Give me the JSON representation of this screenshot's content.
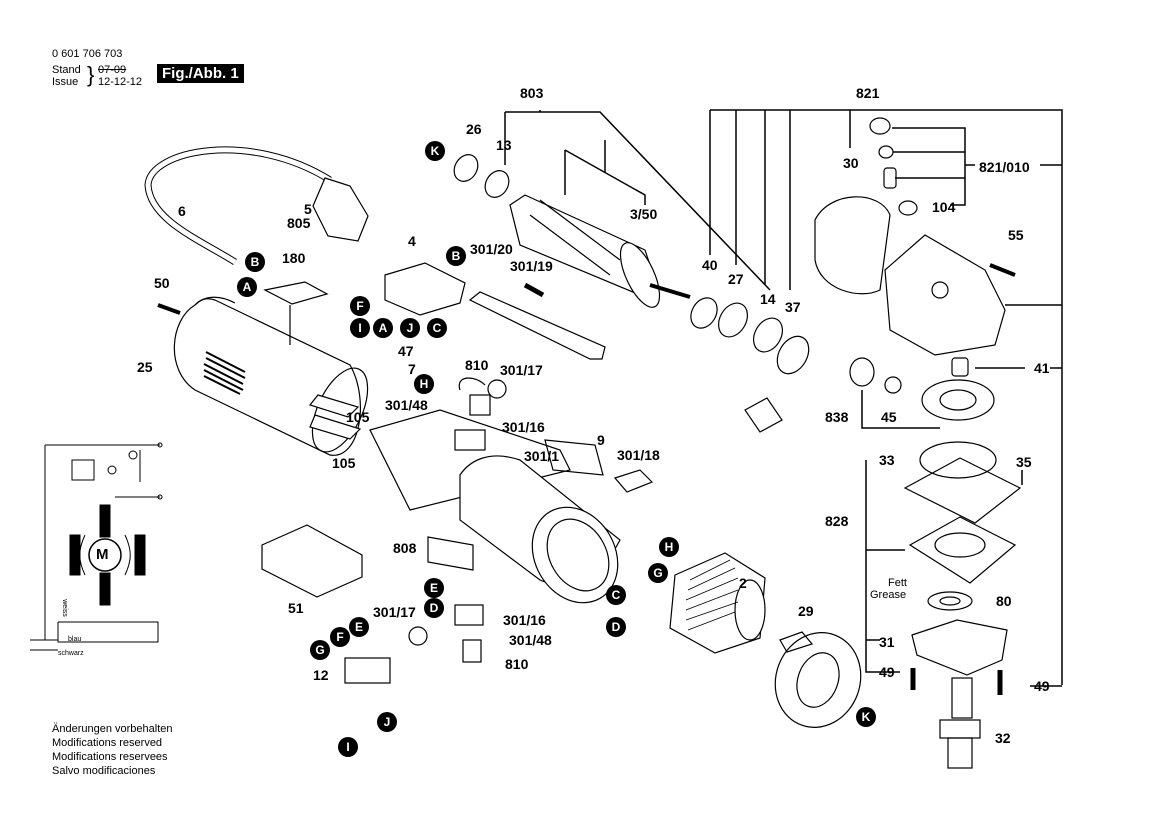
{
  "header": {
    "doc_number": "0 601 706 703",
    "stand_label": "Stand",
    "issue_label": "Issue",
    "stand_value": "07-09",
    "issue_value": "12-12-12",
    "figure_label": "Fig./Abb. 1"
  },
  "footer": {
    "lines": [
      "Änderungen vorbehalten",
      "Modifications reserved",
      "Modifications reservees",
      "Salvo modificaciones"
    ]
  },
  "schematic": {
    "motor_label": "M",
    "wire_weiss": "weiss",
    "wire_blau": "blau",
    "wire_schwarz": "schwarz"
  },
  "grease_note": {
    "de": "Fett",
    "en": "Grease"
  },
  "part_labels": {
    "p803": "803",
    "p26": "26",
    "p13": "13",
    "p350": "3/50",
    "p821": "821",
    "p30": "30",
    "p821_010": "821/010",
    "p104": "104",
    "p55": "55",
    "p40": "40",
    "p27": "27",
    "p14": "14",
    "p37": "37",
    "p6": "6",
    "p5": "5",
    "p805": "805",
    "p180": "180",
    "p50": "50",
    "p25": "25",
    "p105a": "105",
    "p105b": "105",
    "p4": "4",
    "p301_20": "301/20",
    "p301_19": "301/19",
    "p47": "47",
    "p7": "7",
    "p810a": "810",
    "p301_17a": "301/17",
    "p301_48a": "301/48",
    "p301_16a": "301/16",
    "p9": "9",
    "p301_1": "301/1",
    "p301_18": "301/18",
    "p41": "41",
    "p838": "838",
    "p45": "45",
    "p33": "33",
    "p35": "35",
    "p828": "828",
    "p80": "80",
    "p31": "31",
    "p49a": "49",
    "p49b": "49",
    "p32": "32",
    "p2": "2",
    "p29": "29",
    "p808": "808",
    "p301_17b": "301/17",
    "p301_16b": "301/16",
    "p301_48b": "301/48",
    "p810b": "810",
    "p51": "51",
    "p12": "12"
  },
  "connectors": {
    "K1": "K",
    "B1": "B",
    "A1": "A",
    "B2": "B",
    "F1": "F",
    "I1": "I",
    "A2": "A",
    "J1": "J",
    "C1": "C",
    "H1": "H",
    "H2": "H",
    "G1": "G",
    "C2": "C",
    "D1": "D",
    "E1": "E",
    "D2": "D",
    "G2": "G",
    "F2": "F",
    "E2": "E",
    "I2": "I",
    "J2": "J",
    "K2": "K"
  }
}
